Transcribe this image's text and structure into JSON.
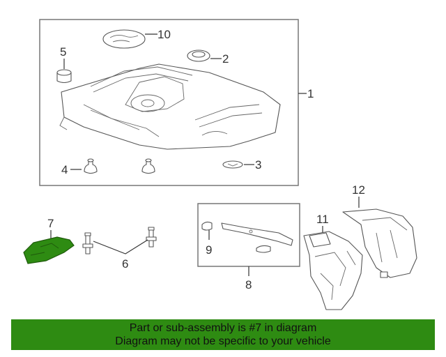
{
  "callouts": {
    "c1": "1",
    "c2": "2",
    "c3": "3",
    "c4": "4",
    "c5": "5",
    "c6": "6",
    "c7": "7",
    "c8": "8",
    "c9": "9",
    "c10": "10",
    "c11": "11",
    "c12": "12"
  },
  "highlight_color": "#2e8b12",
  "banner": {
    "line1": "Part or sub-assembly is #7 in diagram",
    "line2": "Diagram may not be specific to your vehicle"
  }
}
